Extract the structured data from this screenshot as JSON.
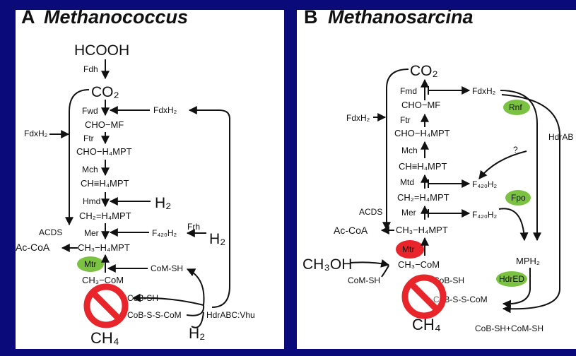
{
  "colors": {
    "background": "#0a0a7a",
    "panel": "#ffffff",
    "enzyme_green": "#7cc242",
    "enzyme_red": "#e8252a",
    "prohibition_red": "#e8252a"
  },
  "panel_a": {
    "letter": "A",
    "organism": "Methanococcus",
    "substrate": "HCOOH",
    "enzyme_fdh": "Fdh",
    "co2": "CO₂",
    "fdxh2_left": "FdxH₂",
    "acds": "ACDS",
    "acetyl_coa": "Ac-CoA",
    "pathway": {
      "fwd": "Fwd",
      "cho_mf": "CHO−MF",
      "ftr": "Ftr",
      "cho_h4mpt": "CHO−H₄MPT",
      "mch": "Mch",
      "ch_h4mpt": "CH≡H₄MPT",
      "hmd": "Hmd",
      "ch2_h4mpt": "CH₂=H₄MPT",
      "mer": "Mer",
      "ch3_h4mpt": "CH₃−H₄MPT"
    },
    "fdxh2_right": "FdxH₂",
    "h2_hmd": "H₂",
    "f420h2": "F₄₂₀H₂",
    "frh": "Frh",
    "h2_frh": "H₂",
    "mtr": "Mtr",
    "com_sh": "CoM-SH",
    "ch3_com": "CH₃−CoM",
    "cob_sh": "CoB-SH",
    "heterodisulfide": "CoB-S-S-CoM",
    "hdr_vhu": "HdrABC:Vhu",
    "h2_bottom": "H₂",
    "ch4": "CH₄"
  },
  "panel_b": {
    "letter": "B",
    "organism": "Methanosarcina",
    "co2": "CO₂",
    "fdxh2_left": "FdxH₂",
    "acds": "ACDS",
    "acetyl_coa": "Ac-CoA",
    "pathway": {
      "fmd": "Fmd",
      "cho_mf": "CHO−MF",
      "ftr": "Ftr",
      "cho_h4mpt": "CHO−H₄MPT",
      "mch": "Mch",
      "ch_h4mpt": "CH≡H₄MPT",
      "mtd": "Mtd",
      "ch2_h4mpt": "CH₂=H₄MPT",
      "mer": "Mer",
      "ch3_h4mpt": "CH₃−H₄MPT"
    },
    "fdxh2_right": "FdxH₂",
    "rnf": "Rnf",
    "hdra": "HdrAB",
    "question": "?",
    "f420h2_mtd": "F₄₂₀H₂",
    "fpo": "Fpo",
    "f420h2_mer": "F₄₂₀H₂",
    "mph2": "MPH₂",
    "mtr": "Mtr",
    "methanol": "CH₃OH",
    "com_sh": "CoM-SH",
    "ch3_com": "CH₃−CoM",
    "cob_sh": "CoB-SH",
    "hdred": "HdrED",
    "heterodisulfide": "CoB-S-S-CoM",
    "products": "CoB-SH+CoM-SH",
    "ch4": "CH₄"
  }
}
